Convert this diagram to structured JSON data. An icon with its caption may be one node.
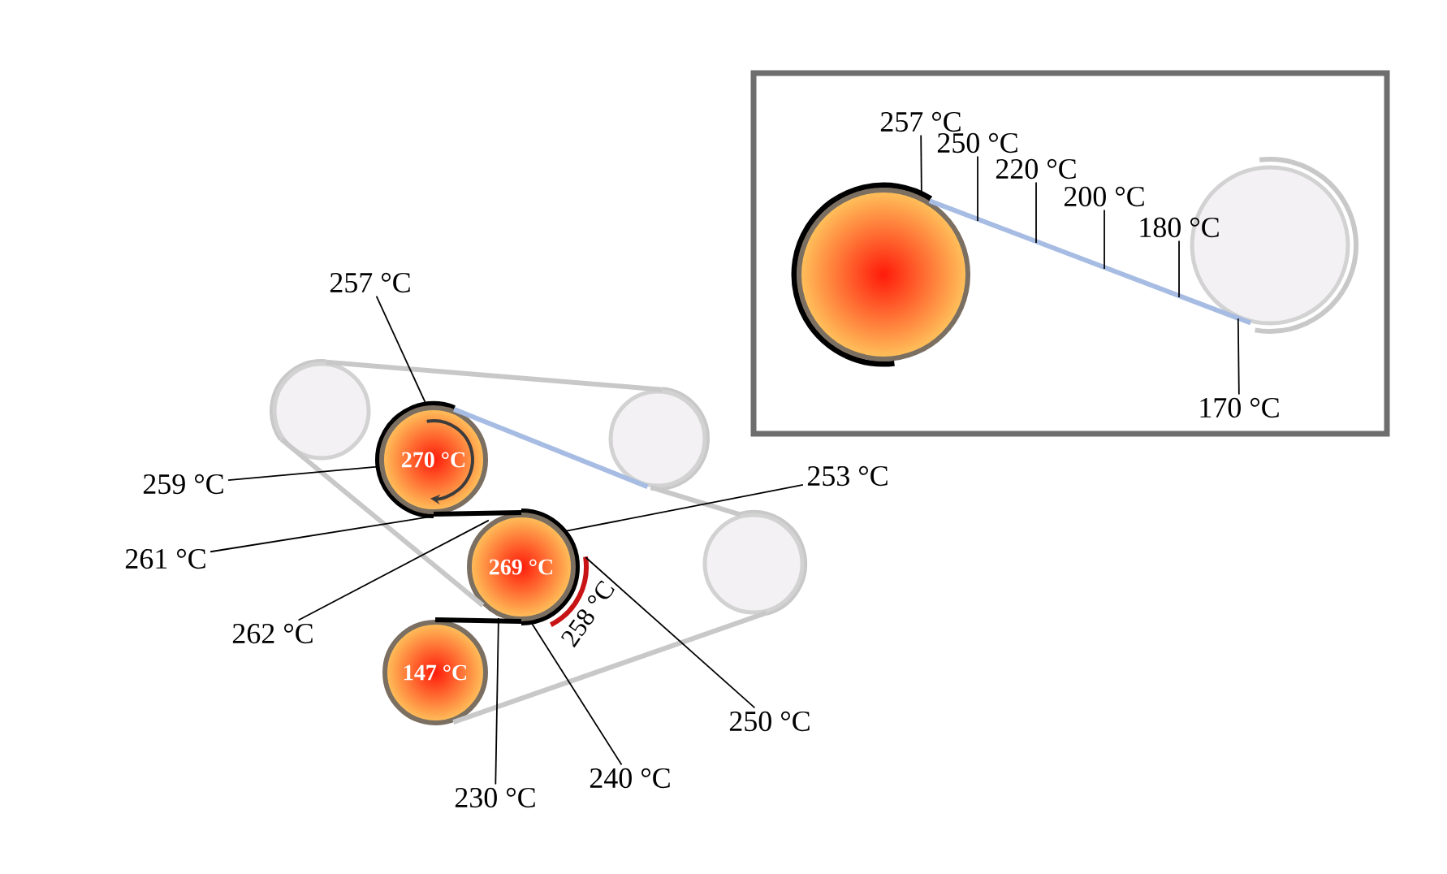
{
  "diagram": {
    "nodes": [
      {
        "text": [],
        "shape": "box"
      },
      {
        "text": [
          "257 °C"
        ],
        "in": 0
      },
      {
        "text": [
          "250 °C"
        ],
        "in": 0
      },
      {
        "text": [
          "220 °C"
        ],
        "in": 0
      },
      {
        "text": [
          "200 °C"
        ],
        "in": 0
      },
      {
        "text": [
          "180 °C"
        ],
        "in": 0
      },
      {
        "text": [],
        "shape": "circle",
        "in": 0
      },
      {
        "text": [],
        "shape": "circle",
        "in": 0
      },
      {
        "text": [
          "170 °C"
        ],
        "in": 0
      },
      {
        "text": [
          "257 °C"
        ]
      },
      {
        "text": [],
        "shape": "circle"
      },
      {
        "text": [],
        "shape": "circle"
      },
      {
        "text": [
          "270 °C"
        ]
      },
      {
        "text": [
          "259 °C"
        ]
      },
      {
        "text": [
          "253 °C"
        ]
      },
      {
        "text": [
          "261 °C"
        ]
      },
      {
        "text": [
          "269 °C"
        ]
      },
      {
        "text": [],
        "shape": "circle"
      },
      {
        "text": [
          "262 °C"
        ]
      },
      {
        "text": [
          "147 °C"
        ]
      },
      {
        "text": [
          "250 °C"
        ]
      },
      {
        "text": [
          "240 °C"
        ]
      },
      {
        "text": [
          "230 °C"
        ]
      }
    ],
    "edges": [
      {
        "from": 6,
        "to": 7,
        "arrow": "none",
        "style": "thick",
        "color": "#a7bce3"
      },
      {
        "from": 1,
        "to": 6,
        "arrow": "none"
      },
      {
        "from": 2,
        "to": null,
        "arrow": "none"
      },
      {
        "from": 3,
        "to": null,
        "arrow": "none"
      },
      {
        "from": 4,
        "to": null,
        "arrow": "none"
      },
      {
        "from": 5,
        "to": null,
        "arrow": "none"
      },
      {
        "from": 8,
        "to": 7,
        "arrow": "none"
      },
      {
        "from": 10,
        "to": 11,
        "arrow": "none",
        "style": "thick",
        "color": "#c8c8c8"
      },
      {
        "from": 12,
        "to": 11,
        "arrow": "none",
        "style": "thick",
        "color": "#a7bce3"
      },
      {
        "from": 11,
        "to": 17,
        "arrow": "none",
        "style": "thick",
        "color": "#c8c8c8"
      },
      {
        "from": 17,
        "to": 19,
        "arrow": "none",
        "style": "thick",
        "color": "#c8c8c8"
      },
      {
        "from": 10,
        "to": 16,
        "arrow": "none",
        "style": "thick",
        "color": "#c8c8c8"
      },
      {
        "from": 12,
        "to": 16,
        "arrow": "none",
        "style": "thick"
      },
      {
        "from": 16,
        "to": 19,
        "arrow": "none",
        "style": "thick"
      },
      {
        "from": 9,
        "to": 12,
        "arrow": "none"
      },
      {
        "from": 13,
        "to": 12,
        "arrow": "none"
      },
      {
        "from": 14,
        "to": 16,
        "arrow": "none"
      },
      {
        "from": 15,
        "to": 12,
        "arrow": "none"
      },
      {
        "from": 18,
        "to": 16,
        "arrow": "none"
      },
      {
        "from": 20,
        "to": 16,
        "arrow": "none"
      },
      {
        "from": 21,
        "to": 16,
        "arrow": "none"
      },
      {
        "from": 22,
        "to": 16,
        "arrow": "none"
      }
    ],
    "labels": [
      "258 °C"
    ]
  }
}
